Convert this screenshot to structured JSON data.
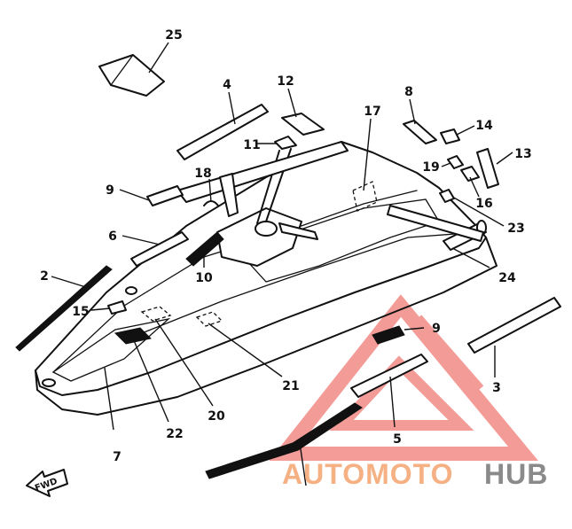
{
  "callouts": [
    {
      "id": "c2",
      "label": "2"
    },
    {
      "id": "c3",
      "label": "3"
    },
    {
      "id": "c4",
      "label": "4"
    },
    {
      "id": "c5",
      "label": "5"
    },
    {
      "id": "c6",
      "label": "6"
    },
    {
      "id": "c7",
      "label": "7"
    },
    {
      "id": "c8",
      "label": "8"
    },
    {
      "id": "c9a",
      "label": "9"
    },
    {
      "id": "c9b",
      "label": "9"
    },
    {
      "id": "c10",
      "label": "10"
    },
    {
      "id": "c11",
      "label": "11"
    },
    {
      "id": "c12",
      "label": "12"
    },
    {
      "id": "c13",
      "label": "13"
    },
    {
      "id": "c14",
      "label": "14"
    },
    {
      "id": "c15",
      "label": "15"
    },
    {
      "id": "c16",
      "label": "16"
    },
    {
      "id": "c17",
      "label": "17"
    },
    {
      "id": "c18",
      "label": "18"
    },
    {
      "id": "c19",
      "label": "19"
    },
    {
      "id": "c20",
      "label": "20"
    },
    {
      "id": "c21",
      "label": "21"
    },
    {
      "id": "c22",
      "label": "22"
    },
    {
      "id": "c23",
      "label": "23"
    },
    {
      "id": "c24",
      "label": "24"
    },
    {
      "id": "c25",
      "label": "25"
    }
  ],
  "direction_arrow": {
    "label": "FWD"
  },
  "watermark": {
    "part1": "AUTOMOTO",
    "part2": "HUB",
    "color_part1": "#f5b183",
    "color_part2": "#8a8a8a",
    "logo_color": "#f28b86"
  }
}
